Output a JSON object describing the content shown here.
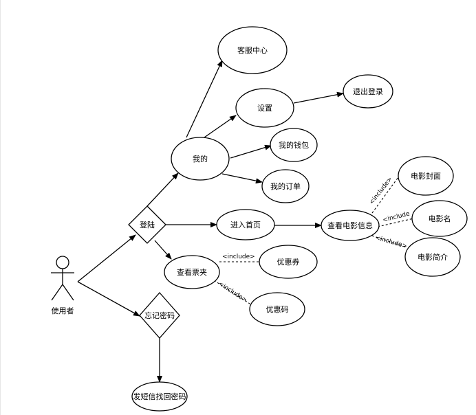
{
  "actor": {
    "label": "使用者"
  },
  "nodes": {
    "login": "登陆",
    "forgot_password": "忘记密码",
    "sms_recover": "发短信找回密码",
    "mine": "我的",
    "customer_service": "客服中心",
    "settings": "设置",
    "logout": "退出登录",
    "wallet": "我的钱包",
    "orders": "我的订单",
    "home": "进入首页",
    "movie_info": "查看电影信息",
    "movie_cover": "电影封面",
    "movie_name": "电影名",
    "movie_intro": "电影简介",
    "tickets": "查看票夹",
    "coupon_ticket": "优惠券",
    "coupon_code": "优惠码"
  },
  "relations": {
    "include": "<include>",
    "include_short": "<include",
    "include_open": "<include>",
    "include_code": "<include>"
  }
}
